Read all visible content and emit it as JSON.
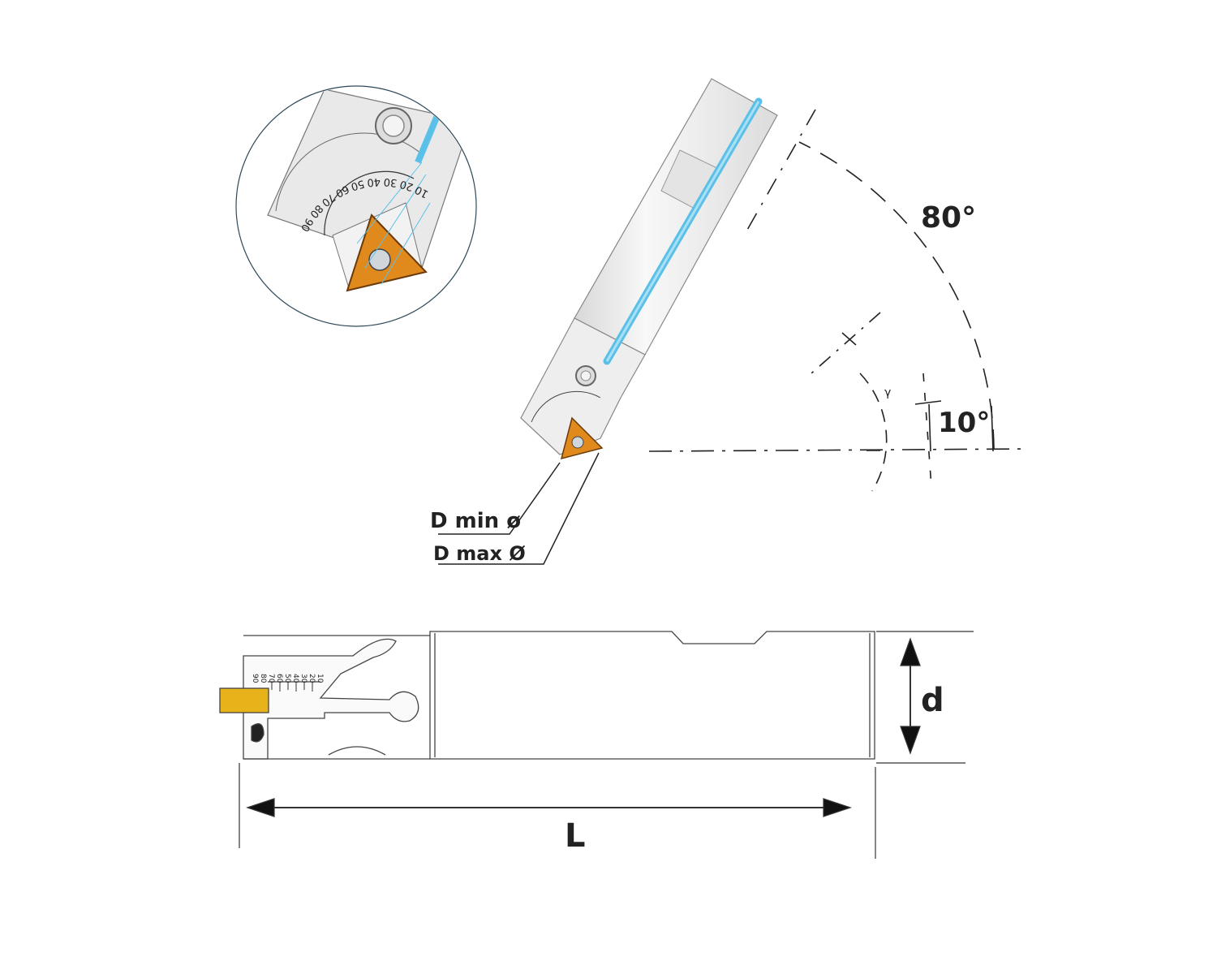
{
  "labels": {
    "angle_max": "80°",
    "angle_min": "10°",
    "gamma": "γ",
    "d_min": "D min ø",
    "d_max": "D max Ø",
    "shank_diameter": "d",
    "length": "L"
  },
  "dial_scale": [
    "10",
    "20",
    "30",
    "40",
    "50",
    "60",
    "70",
    "80",
    "90"
  ],
  "colors": {
    "insert": "#e08a1e",
    "coolant": "#5bc0e8",
    "body": "#ececec",
    "outline": "#555555",
    "inset_ring": "#2e4a5a",
    "side_insert": "#e8b21a"
  }
}
